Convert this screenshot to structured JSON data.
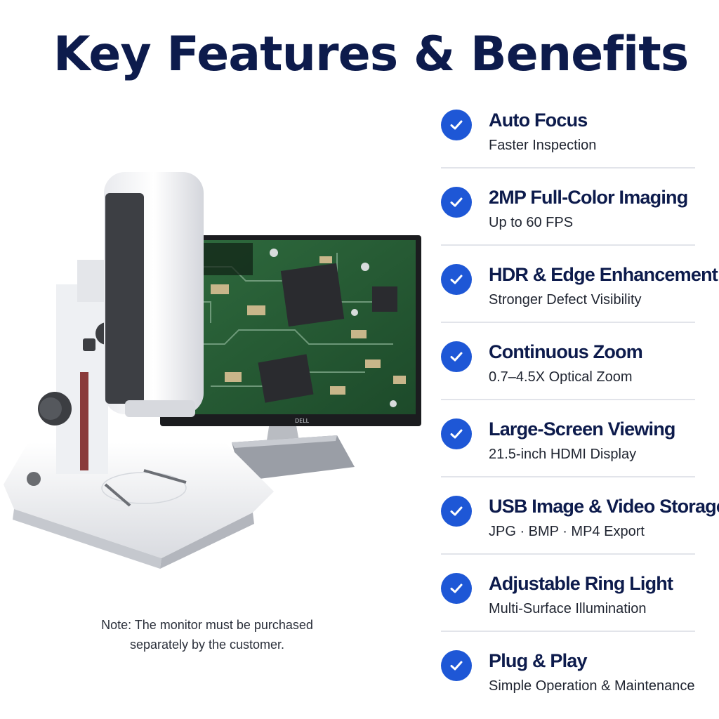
{
  "header": {
    "title": "Key Features & Benefits"
  },
  "note": {
    "line1": "Note: The monitor must be purchased",
    "line2": "separately by the customer."
  },
  "monitor": {
    "brand": "DELL"
  },
  "features": [
    {
      "title": "Auto Focus",
      "subtitle": "Faster Inspection"
    },
    {
      "title": "2MP Full-Color Imaging",
      "subtitle": "Up to 60 FPS"
    },
    {
      "title": "HDR & Edge Enhancement",
      "subtitle": "Stronger Defect Visibility"
    },
    {
      "title": "Continuous Zoom",
      "subtitle": "0.7–4.5X Optical Zoom"
    },
    {
      "title": "Large-Screen Viewing",
      "subtitle": "21.5-inch HDMI Display"
    },
    {
      "title": "USB Image & Video Storage",
      "subtitle": "JPG · BMP · MP4 Export"
    },
    {
      "title": "Adjustable Ring Light",
      "subtitle": "Multi-Surface Illumination"
    },
    {
      "title": "Plug & Play",
      "subtitle": "Simple Operation & Maintenance"
    }
  ],
  "colors": {
    "title": "#0d1b4c",
    "accent": "#1e57d6",
    "divider": "#e2e4ea"
  },
  "icons": {
    "feature_bullet": "check-circle-icon"
  }
}
